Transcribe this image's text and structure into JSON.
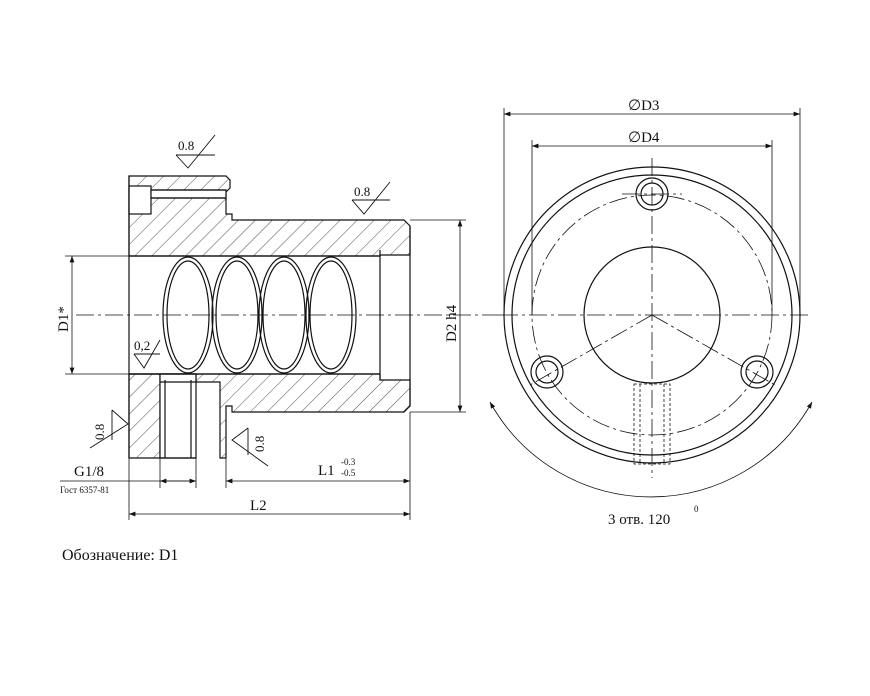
{
  "drawing": {
    "diameter_d3": "∅D3",
    "diameter_d4": "∅D4",
    "dim_d1": "D1*",
    "dim_d2": "D2 h4",
    "dim_g": "G1/8",
    "dim_g_standard": "Гост 6357-81",
    "dim_l1": "L1",
    "dim_l1_tol_upper": "-0.3",
    "dim_l1_tol_lower": "-0.5",
    "dim_l2": "L2",
    "holes_note": "3 отв. 120",
    "holes_note_degree": "0",
    "roughness": [
      "0.8",
      "0.8",
      "0,2",
      "0.8",
      "0.8"
    ],
    "designation": "Обозначение: D1"
  },
  "colors": {
    "line": "#111111",
    "background": "#ffffff"
  }
}
